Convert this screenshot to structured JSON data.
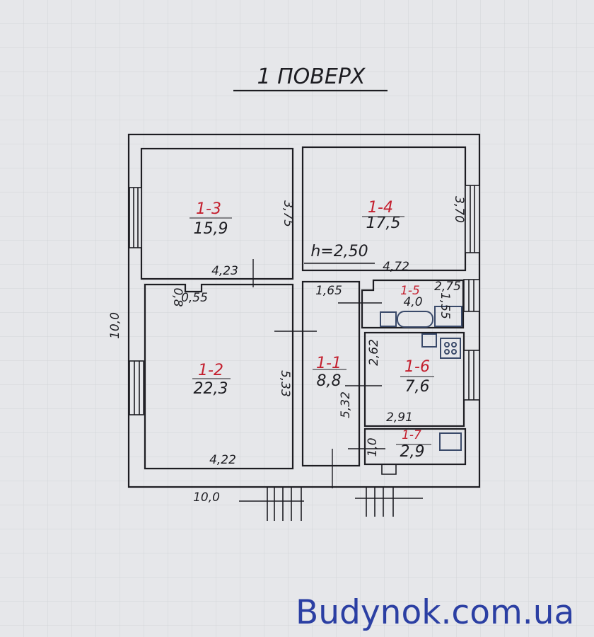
{
  "title": "1 ПОВЕРХ",
  "ceiling_height": "h=2,50",
  "rooms": [
    {
      "id": "1-1",
      "area": "8,8"
    },
    {
      "id": "1-2",
      "area": "22,3"
    },
    {
      "id": "1-3",
      "area": "15,9"
    },
    {
      "id": "1-4",
      "area": "17,5"
    },
    {
      "id": "1-5",
      "area": "4,0"
    },
    {
      "id": "1-6",
      "area": "7,6"
    },
    {
      "id": "1-7",
      "area": "2,9"
    }
  ],
  "dimensions": {
    "d13_h": "3,75",
    "d13_w": "4,23",
    "d14_h": "3,70",
    "d14_w": "4,72",
    "d11_w": "1,65",
    "d11_h": "5,32",
    "d12_h": "5,33",
    "d12_w": "4,22",
    "d12_niche": "0,55",
    "d12_niche_h": "0,8",
    "d15_w": "2,75",
    "d15_h": "1,55",
    "d16_h": "2,62",
    "d16_w": "2,91",
    "d17_h": "1,0",
    "total_h": "10,0",
    "total_w": "10,0"
  },
  "watermark": "Budynok.com.ua",
  "colors": {
    "ink": "#1d1d22",
    "room_number": "#c4202f",
    "watermark": "#2b3fa3",
    "paper": "#e6e7ea"
  }
}
